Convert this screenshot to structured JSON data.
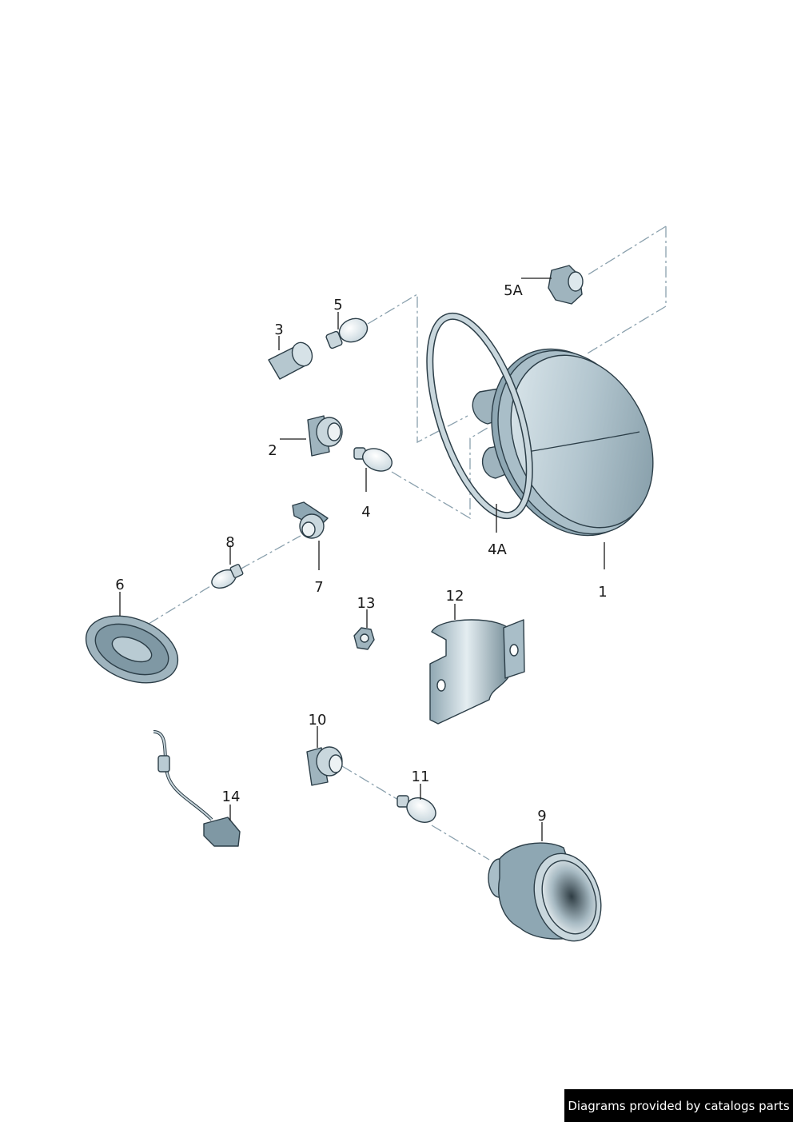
{
  "callouts": {
    "c1": "1",
    "c2": "2",
    "c3": "3",
    "c4": "4",
    "c4a": "4A",
    "c5": "5",
    "c5a": "5A",
    "c6": "6",
    "c7": "7",
    "c8": "8",
    "c9": "9",
    "c10": "10",
    "c11": "11",
    "c12": "12",
    "c13": "13",
    "c14": "14"
  },
  "credit": "Diagrams provided by catalogs parts",
  "colors": {
    "part_fill": "#b9cbd3",
    "part_dark": "#7f98a4",
    "part_light": "#dfe9ee",
    "outline": "#2c3e48",
    "dash_line": "#8aa0ad"
  }
}
